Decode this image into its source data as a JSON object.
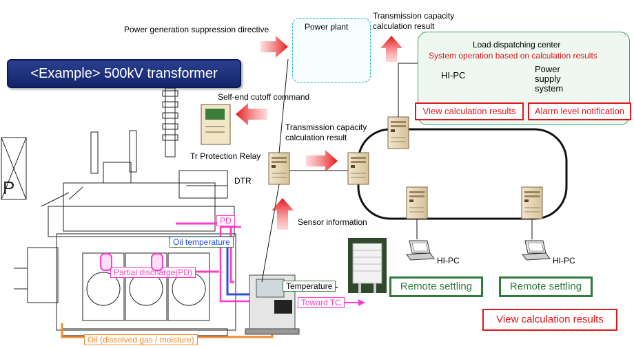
{
  "banner": {
    "title": "<Example> 500kV transformer"
  },
  "labels": {
    "suppression_directive": "Power generation suppression directive",
    "power_plant": "Power plant",
    "tcc_result_top": "Transmission capacity\ncalculation result",
    "self_end_cutoff": "Self-end cutoff command",
    "tcc_result_mid": "Transmission capacity\ncalculation result",
    "tr_protection_relay": "Tr Protection Relay",
    "dtr": "DTR",
    "sensor_information": "Sensor information",
    "hi_pc_left": "HI-PC",
    "hi_pc_right": "HI-PC",
    "hi_pc_ldc": "HI-PC",
    "power_supply_system": "Power\nsupply\nsystem"
  },
  "load_dispatch": {
    "title": "Load dispatching center",
    "subtitle": "System operation based on calculation results",
    "view_results": "View calculation results",
    "alarm": "Alarm level notification"
  },
  "remote": {
    "left": "Remote settling",
    "right": "Remote settling"
  },
  "view_results_bottom": "View calculation results",
  "sensors": {
    "pd": "PD",
    "oil_temperature": "Oil temperature",
    "partial_discharge": "Partial discharge(PD)",
    "temperature": "Temperature",
    "toward_tc": "Toward TC",
    "oil_gas": "Oil (dissolved gas / moisture)"
  },
  "colors": {
    "red": "#e0161a",
    "green": "#2f7a3b",
    "pink": "#ff3cc8",
    "blue": "#2b4fd8",
    "orange": "#f08a2a",
    "navy": "#13256b"
  }
}
